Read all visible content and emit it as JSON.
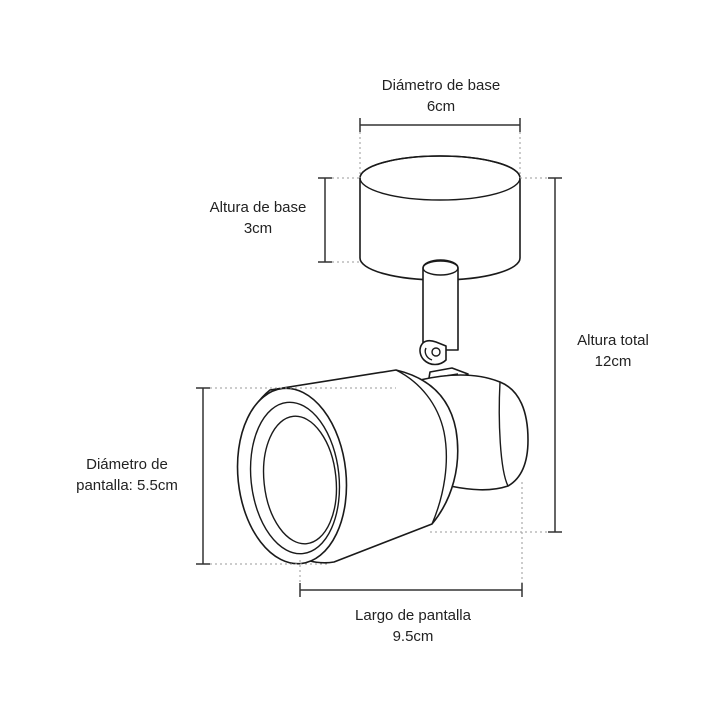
{
  "dimensions": {
    "base_diameter": {
      "label": "Diámetro de base",
      "value": "6cm"
    },
    "base_height": {
      "label": "Altura de base",
      "value": "3cm"
    },
    "total_height": {
      "label": "Altura total",
      "value": "12cm"
    },
    "shade_diameter": {
      "label_line1": "Diámetro de",
      "label_line2": "pantalla: 5.5cm"
    },
    "shade_length": {
      "label": "Largo de pantalla",
      "value": "9.5cm"
    }
  },
  "colors": {
    "stroke": "#1a1a1a",
    "dimension_line": "#333333",
    "guide": "#999999",
    "text": "#222222"
  }
}
